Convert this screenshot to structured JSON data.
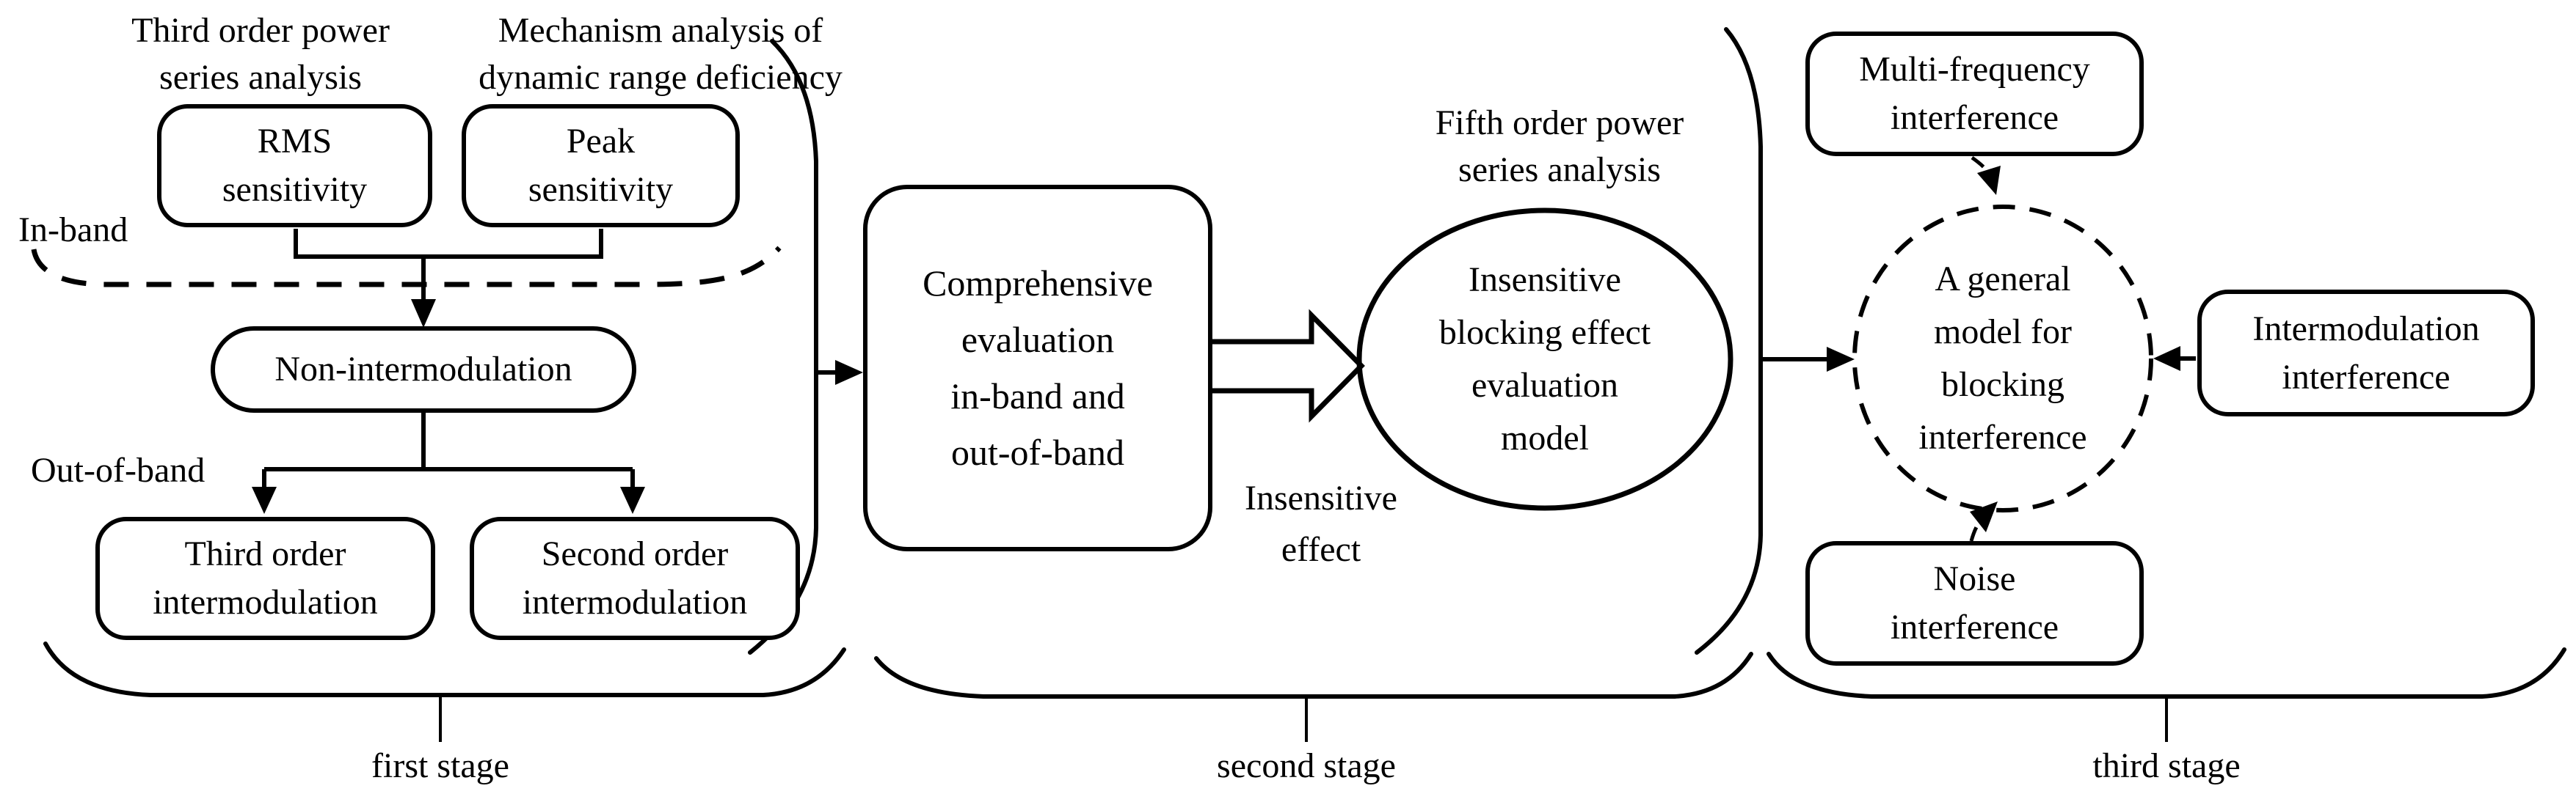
{
  "figure": {
    "type": "flow-diagram",
    "description_visible_text_only": true,
    "colors": {
      "ink": "#000000",
      "background": "#ffffff"
    }
  },
  "stage1": {
    "label_third_order_power": {
      "lines": [
        "Third order power",
        "series analysis"
      ]
    },
    "label_mechanism": {
      "lines": [
        "Mechanism analysis of",
        "dynamic range deficiency"
      ]
    },
    "box_rms": {
      "lines": [
        "RMS",
        "sensitivity"
      ]
    },
    "box_peak": {
      "lines": [
        "Peak",
        "sensitivity"
      ]
    },
    "label_in_band": "In-band",
    "box_non_intermodulation": {
      "lines": [
        "Non-intermodulation"
      ]
    },
    "label_out_of_band": "Out-of-band",
    "box_third_order_intermodulation": {
      "lines": [
        "Third order",
        "intermodulation"
      ]
    },
    "box_second_order_intermodulation": {
      "lines": [
        "Second order",
        "intermodulation"
      ]
    },
    "stage_label": "first stage"
  },
  "stage2": {
    "box_comprehensive": {
      "lines": [
        "Comprehensive",
        "evaluation",
        "in-band and",
        "out-of-band"
      ]
    },
    "label_insensitive_effect": {
      "lines": [
        "Insensitive",
        "effect"
      ]
    },
    "label_fifth_order": {
      "lines": [
        "Fifth order power",
        "series analysis"
      ]
    },
    "ellipse_insensitive_model": {
      "lines": [
        "Insensitive",
        "blocking effect",
        "evaluation",
        "model"
      ]
    },
    "stage_label": "second stage"
  },
  "stage3": {
    "box_multi_frequency": {
      "lines": [
        "Multi-frequency",
        "interference"
      ]
    },
    "ellipse_general_model": {
      "lines": [
        "A general",
        "model for",
        "blocking",
        "interference"
      ]
    },
    "box_intermodulation": {
      "lines": [
        "Intermodulation",
        "interference"
      ]
    },
    "box_noise": {
      "lines": [
        "Noise",
        "interference"
      ]
    },
    "stage_label": "third stage"
  }
}
